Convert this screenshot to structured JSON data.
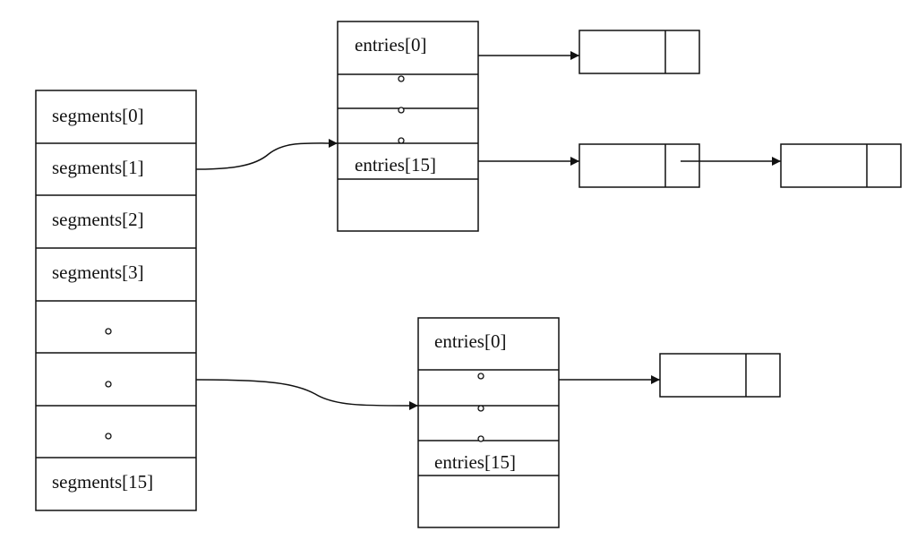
{
  "segments": {
    "labels": [
      "segments[0]",
      "segments[1]",
      "segments[2]",
      "segments[3]",
      "",
      "",
      "",
      "segments[15]"
    ]
  },
  "table_top": {
    "labels": [
      "entries[0]",
      "",
      "",
      "entries[15]",
      ""
    ]
  },
  "table_bottom": {
    "labels": [
      "entries[0]",
      "",
      "",
      "entries[15]",
      ""
    ]
  },
  "colors": {
    "stroke": "#111111",
    "background": "#ffffff"
  }
}
